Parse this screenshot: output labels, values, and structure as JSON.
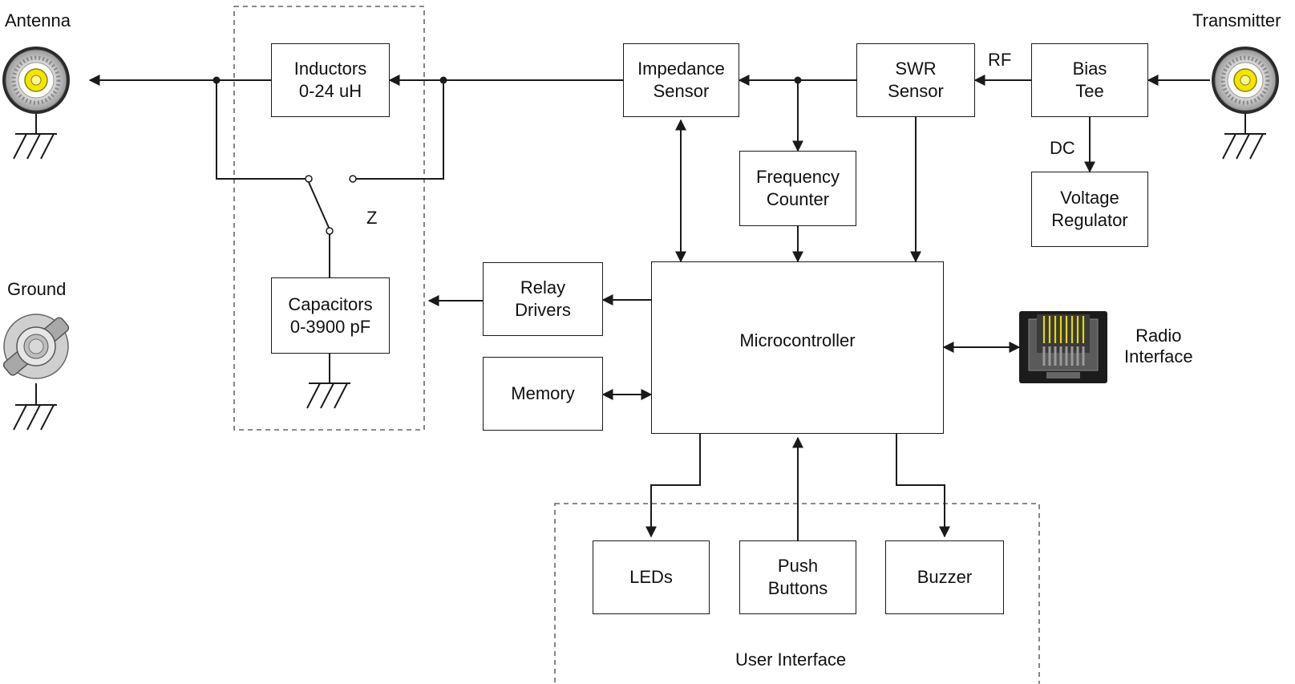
{
  "connectors": {
    "antenna": "Antenna",
    "transmitter": "Transmitter",
    "ground": "Ground",
    "radio_interface": "Radio\nInterface"
  },
  "blocks": {
    "inductors": "Inductors\n0-24 uH",
    "capacitors": "Capacitors\n0-3900 pF",
    "impedance_sensor": "Impedance\nSensor",
    "swr_sensor": "SWR\nSensor",
    "bias_tee": "Bias\nTee",
    "frequency_counter": "Frequency\nCounter",
    "voltage_regulator": "Voltage\nRegulator",
    "relay_drivers": "Relay\nDrivers",
    "memory": "Memory",
    "microcontroller": "Microcontroller",
    "leds": "LEDs",
    "push_buttons": "Push\nButtons",
    "buzzer": "Buzzer"
  },
  "labels": {
    "rf": "RF",
    "dc": "DC",
    "z": "Z",
    "user_interface": "User Interface"
  },
  "colors": {
    "line": "#1a1a1a",
    "connector_gold": "#f2e600",
    "rj45_pins": "#e6d800",
    "rj45_body": "#1c1c1c"
  }
}
